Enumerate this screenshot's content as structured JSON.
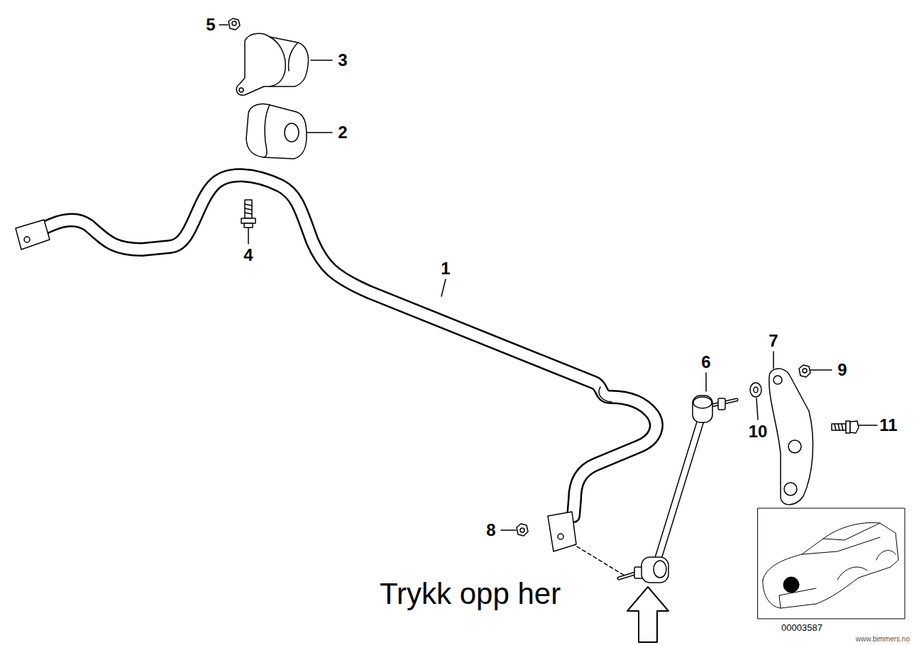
{
  "diagram": {
    "labels": [
      "5",
      "3",
      "2",
      "1",
      "4",
      "6",
      "7",
      "9",
      "10",
      "11",
      "8",
      "Trykk opp her",
      "00003587",
      "www.bimmers.no"
    ]
  }
}
